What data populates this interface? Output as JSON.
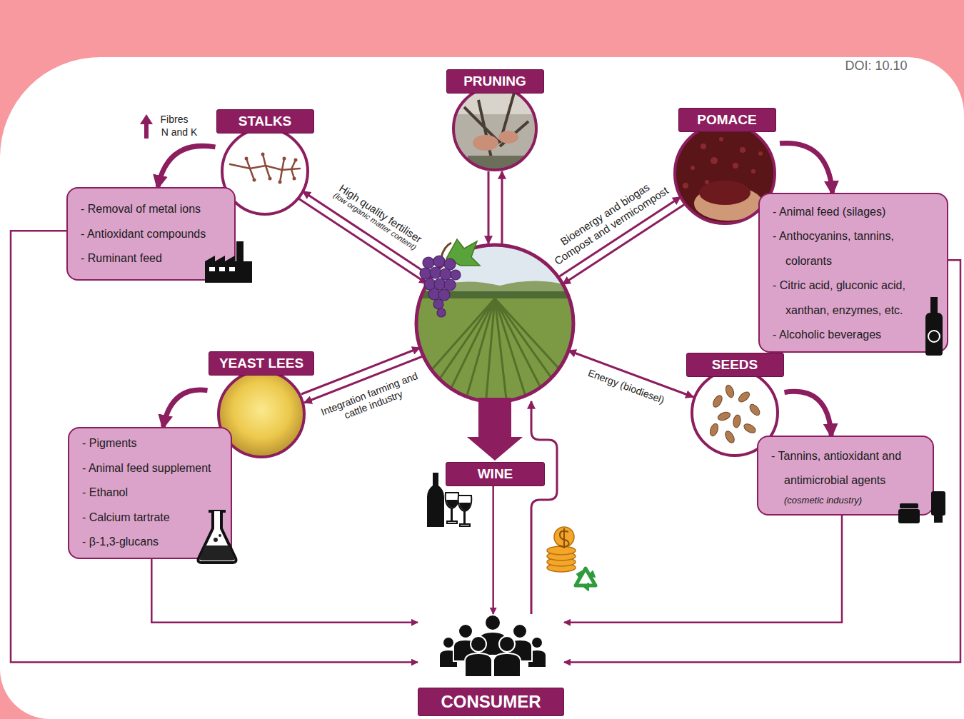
{
  "diagram": {
    "nodes": [
      {
        "text": [
          "STALKS"
        ]
      },
      {
        "text": [
          "PRUNING"
        ]
      },
      {
        "text": [
          "POMACE"
        ]
      },
      {
        "text": [
          "- Removal of metal ions",
          "- Antioxidant compounds",
          "- Ruminant feed"
        ]
      },
      {
        "text": [
          "- Animal feed (silages)",
          "- Anthocyanins, tannins, colorants",
          "- Citric acid, gluconic acid, xanthan, enzymes, etc.",
          "- Alcoholic beverages"
        ]
      },
      {
        "text": [
          "YEAST LEES"
        ]
      },
      {
        "text": [
          "SEEDS"
        ]
      },
      {
        "text": [
          "- Pigments",
          "- Animal feed supplement",
          "- Ethanol",
          "- Calcium tartrate",
          "- β-1,3-glucans"
        ]
      },
      {
        "text": [
          "WINE"
        ]
      },
      {
        "text": [
          "- Tannins, antioxidant and antimicrobial agents",
          "(cosmetic industry)"
        ]
      },
      {
        "text": [
          "CONSUMER"
        ]
      }
    ],
    "edges": [
      {
        "from": 0,
        "to": 3,
        "arrow": "to"
      },
      {
        "from": 2,
        "to": 4,
        "arrow": "to"
      },
      {
        "from": 5,
        "to": 7,
        "arrow": "to"
      },
      {
        "from": 6,
        "to": 9,
        "arrow": "to"
      },
      {
        "from": 3,
        "to": 10,
        "arrow": "to"
      },
      {
        "from": 7,
        "to": 10,
        "arrow": "to"
      },
      {
        "from": 9,
        "to": 10,
        "arrow": "to"
      },
      {
        "from": 4,
        "to": 10,
        "arrow": "to"
      },
      {
        "from": 8,
        "to": 10,
        "arrow": "to"
      }
    ],
    "labels": [
      "DOI: 10.10",
      "Fibres",
      "N and K",
      "High quality fertiliser",
      "(low organic matter content)",
      "Bioenergy and biogas",
      "Compost and vermicompost",
      "Integration farming and cattle industry",
      "Energy (biodiesel)"
    ]
  }
}
